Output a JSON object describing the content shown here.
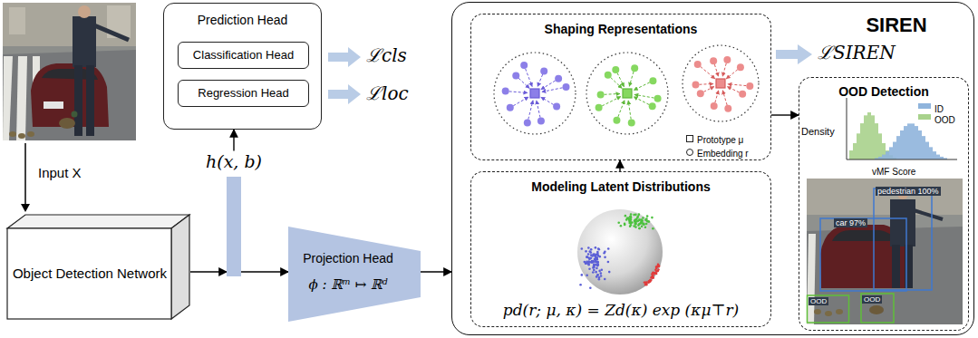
{
  "diagram": {
    "nodes": [
      {
        "text": [
          "Prediction Head"
        ]
      },
      {
        "text": [
          "Classification Head"
        ],
        "in": 0
      },
      {
        "text": [
          "Regression Head"
        ],
        "in": 0
      },
      {
        "text": [
          "Object Detection Network"
        ]
      },
      {
        "text": [
          "h(x, b)"
        ]
      },
      {
        "text": [
          "Projection Head",
          "ϕ : ℝᵐ ↦ ℝᵈ"
        ]
      },
      {
        "text": [
          "SIREN"
        ]
      },
      {
        "text": [
          "Shaping Representations"
        ],
        "in": 6
      },
      {
        "text": [
          "Modeling Latent Distributions",
          "pd(r; μ, κ) = Zd(κ) exp (κμ⊤r)"
        ],
        "in": 6
      },
      {
        "text": [
          "OOD Detection"
        ],
        "in": 6
      }
    ],
    "edges": [
      {
        "from": 3,
        "to": 4,
        "arrow": "to"
      },
      {
        "from": 4,
        "to": 0,
        "arrow": "to"
      },
      {
        "from": 4,
        "to": 5,
        "arrow": "to"
      },
      {
        "from": 5,
        "to": 6,
        "arrow": "to"
      },
      {
        "from": 8,
        "to": 7,
        "arrow": "to"
      },
      {
        "from": 7,
        "to": 9,
        "arrow": "to"
      }
    ],
    "labels": [
      "Input X",
      "ℒcls",
      "ℒloc",
      "ℒSIREN",
      "Density",
      "vMF Score",
      "pedestrian 100%",
      "car 97%",
      "OOD",
      "OOD"
    ],
    "legend": [
      {
        "text": "Prototype μ"
      },
      {
        "text": "Embedding r"
      },
      {
        "text": "ID",
        "color": "#8fb4dc"
      },
      {
        "text": "OOD",
        "color": "#a8d28c"
      }
    ]
  }
}
